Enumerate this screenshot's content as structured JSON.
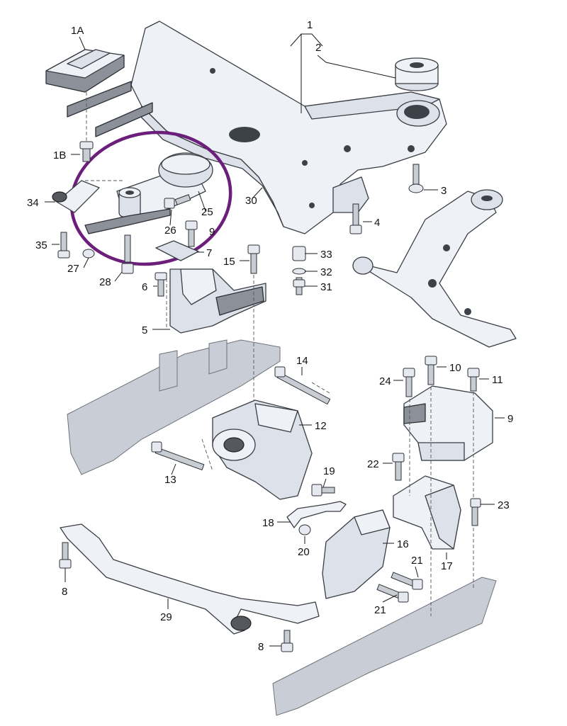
{
  "labels": {
    "p1": "1",
    "p1a": "1A",
    "p1b": "1B",
    "p2": "2",
    "p3": "3",
    "p4": "4",
    "p5": "5",
    "p6": "6",
    "p7": "7",
    "p8a": "8",
    "p8b": "8",
    "p9": "9",
    "p9b": "9",
    "p10": "10",
    "p11": "11",
    "p12": "12",
    "p13": "13",
    "p14": "14",
    "p15": "15",
    "p16": "16",
    "p17": "17",
    "p18": "18",
    "p19": "19",
    "p20": "20",
    "p21a": "21",
    "p21b": "21",
    "p22": "22",
    "p23": "23",
    "p24": "24",
    "p25": "25",
    "p26": "26",
    "p27": "27",
    "p28": "28",
    "p29": "29",
    "p30": "30",
    "p31": "31",
    "p32": "32",
    "p33": "33",
    "p34": "34",
    "p35": "35"
  },
  "highlight_color": "#6b1f7a"
}
